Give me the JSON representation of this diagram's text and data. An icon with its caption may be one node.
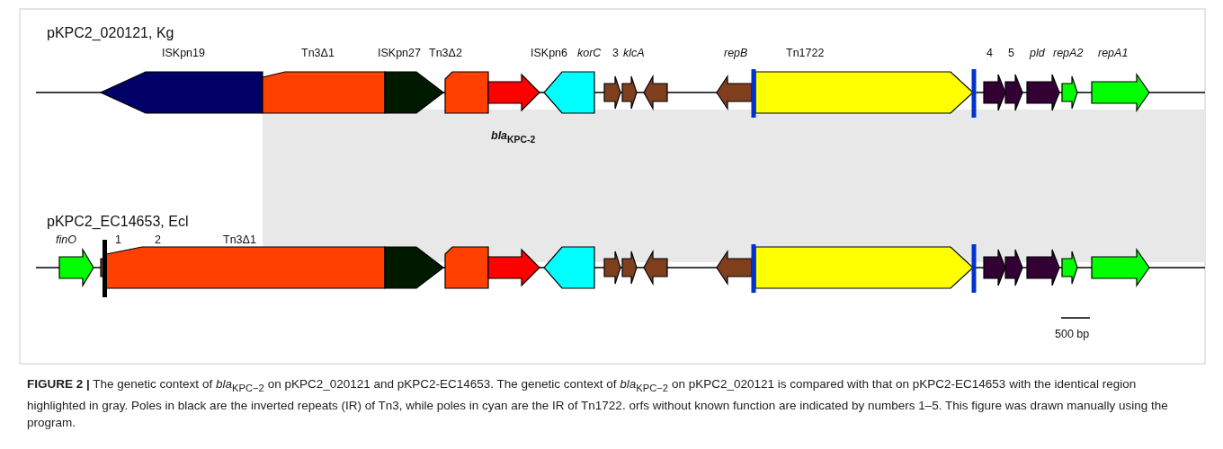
{
  "diagram": {
    "caption": "**FIGURE 2 |** The genetic context of *bla*$_{KPC−2}$ on pKPC2_020121 and pKPC2-EC14653. The genetic context of *bla*$_{KPC−2}$ on pKPC2_020121 is compared with that on pKPC2-EC14653 with the identical region highlighted in gray. Poles in black are the inverted repeats (IR) of Tn3, while poles in cyan are the IR of Tn1722. orfs without known function are indicated by numbers 1–5. This figure was drawn manually using the program.",
    "labels": [
      "pKPC2_020121, Kg",
      "ISKpn19",
      "Tn3Δ1",
      "ISKpn27",
      "Tn3Δ2",
      "ISKpn6",
      "*korC*",
      "3",
      "*klcA*",
      "*repB*",
      "Tn1722",
      "4",
      "5",
      "*pld*",
      "*repA2*",
      "*repA1*",
      "*bla*$_{KPC-2}$",
      "pKPC2_EC14653, Ecl",
      "*finO*",
      "1",
      "2",
      "Tn3Δ1",
      "500 bp"
    ]
  }
}
